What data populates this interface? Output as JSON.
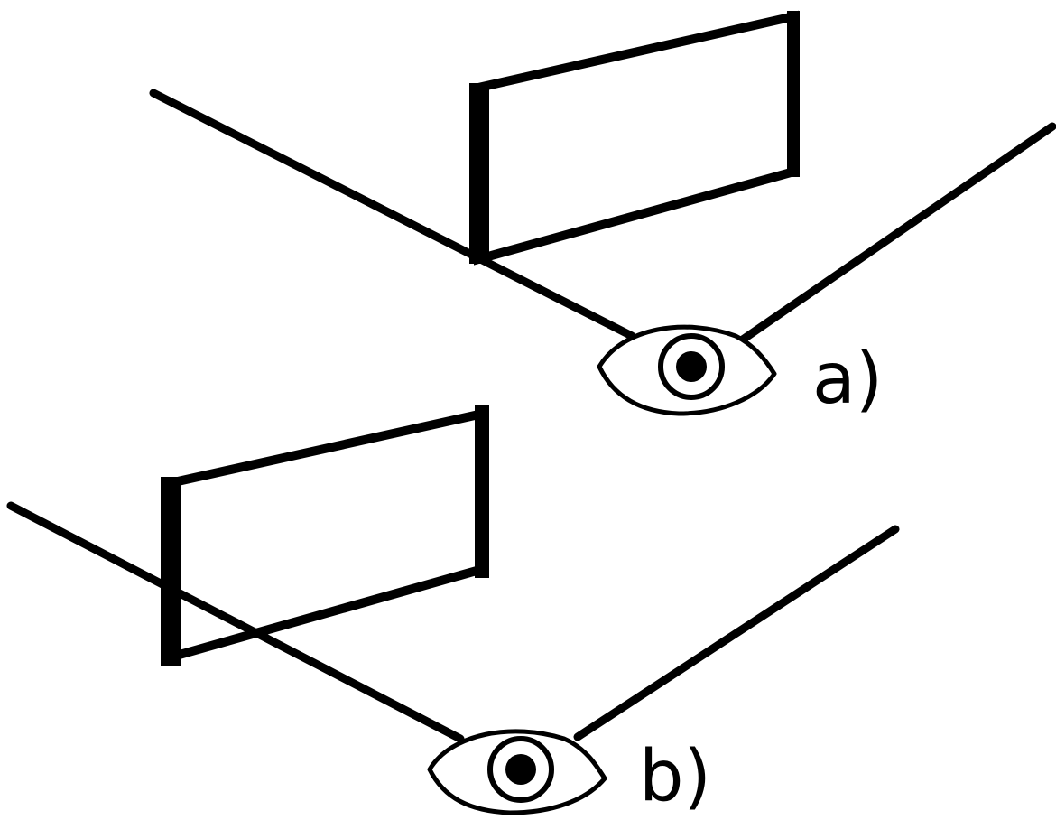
{
  "diagram": {
    "panels": [
      {
        "id": "a",
        "label": "a)"
      },
      {
        "id": "b",
        "label": "b)"
      }
    ],
    "icons": {
      "eye": "eye-icon",
      "frame": "rectangle-frame"
    },
    "colors": {
      "ink": "#000000",
      "background": "#ffffff"
    }
  }
}
